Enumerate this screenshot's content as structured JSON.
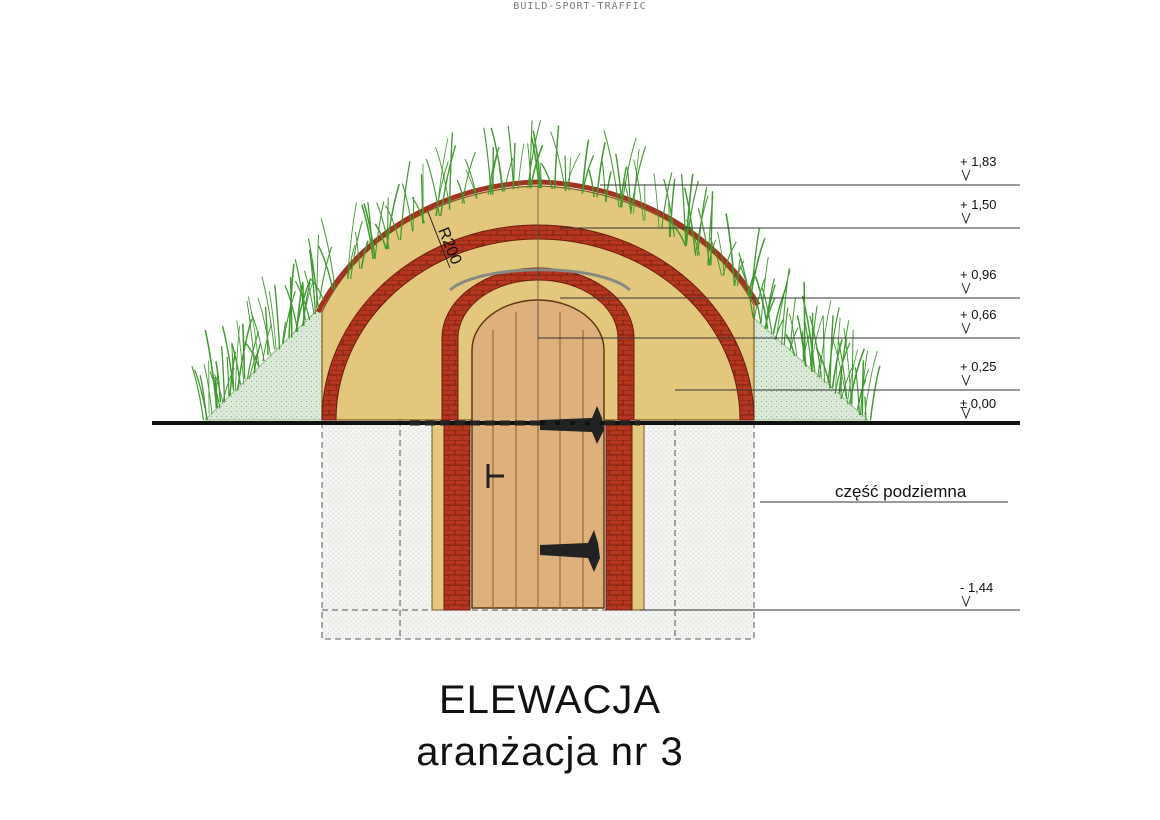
{
  "header": {
    "text": "BUILD-SPORT-TRAFFIC"
  },
  "drawing": {
    "radius_label": "R200",
    "underground_label": "część podziemna",
    "levels": [
      {
        "label": "+ 1,83"
      },
      {
        "label": "+ 1,50"
      },
      {
        "label": "+ 0,96"
      },
      {
        "label": "+ 0,66"
      },
      {
        "label": "+ 0,25"
      },
      {
        "label": "± 0,00"
      },
      {
        "label": "- 1,44"
      }
    ]
  },
  "colors": {
    "plaster": "#e3c77c",
    "brick": "#b5361f",
    "brick_dark": "#7c2010",
    "wood": "#ddb07c",
    "ground_fill": "#eef1ec",
    "grass": "#3f9a2f",
    "mound": "#cfe2cc"
  },
  "title": {
    "line1": "ELEWACJA",
    "line2": "aranżacja nr 3"
  }
}
